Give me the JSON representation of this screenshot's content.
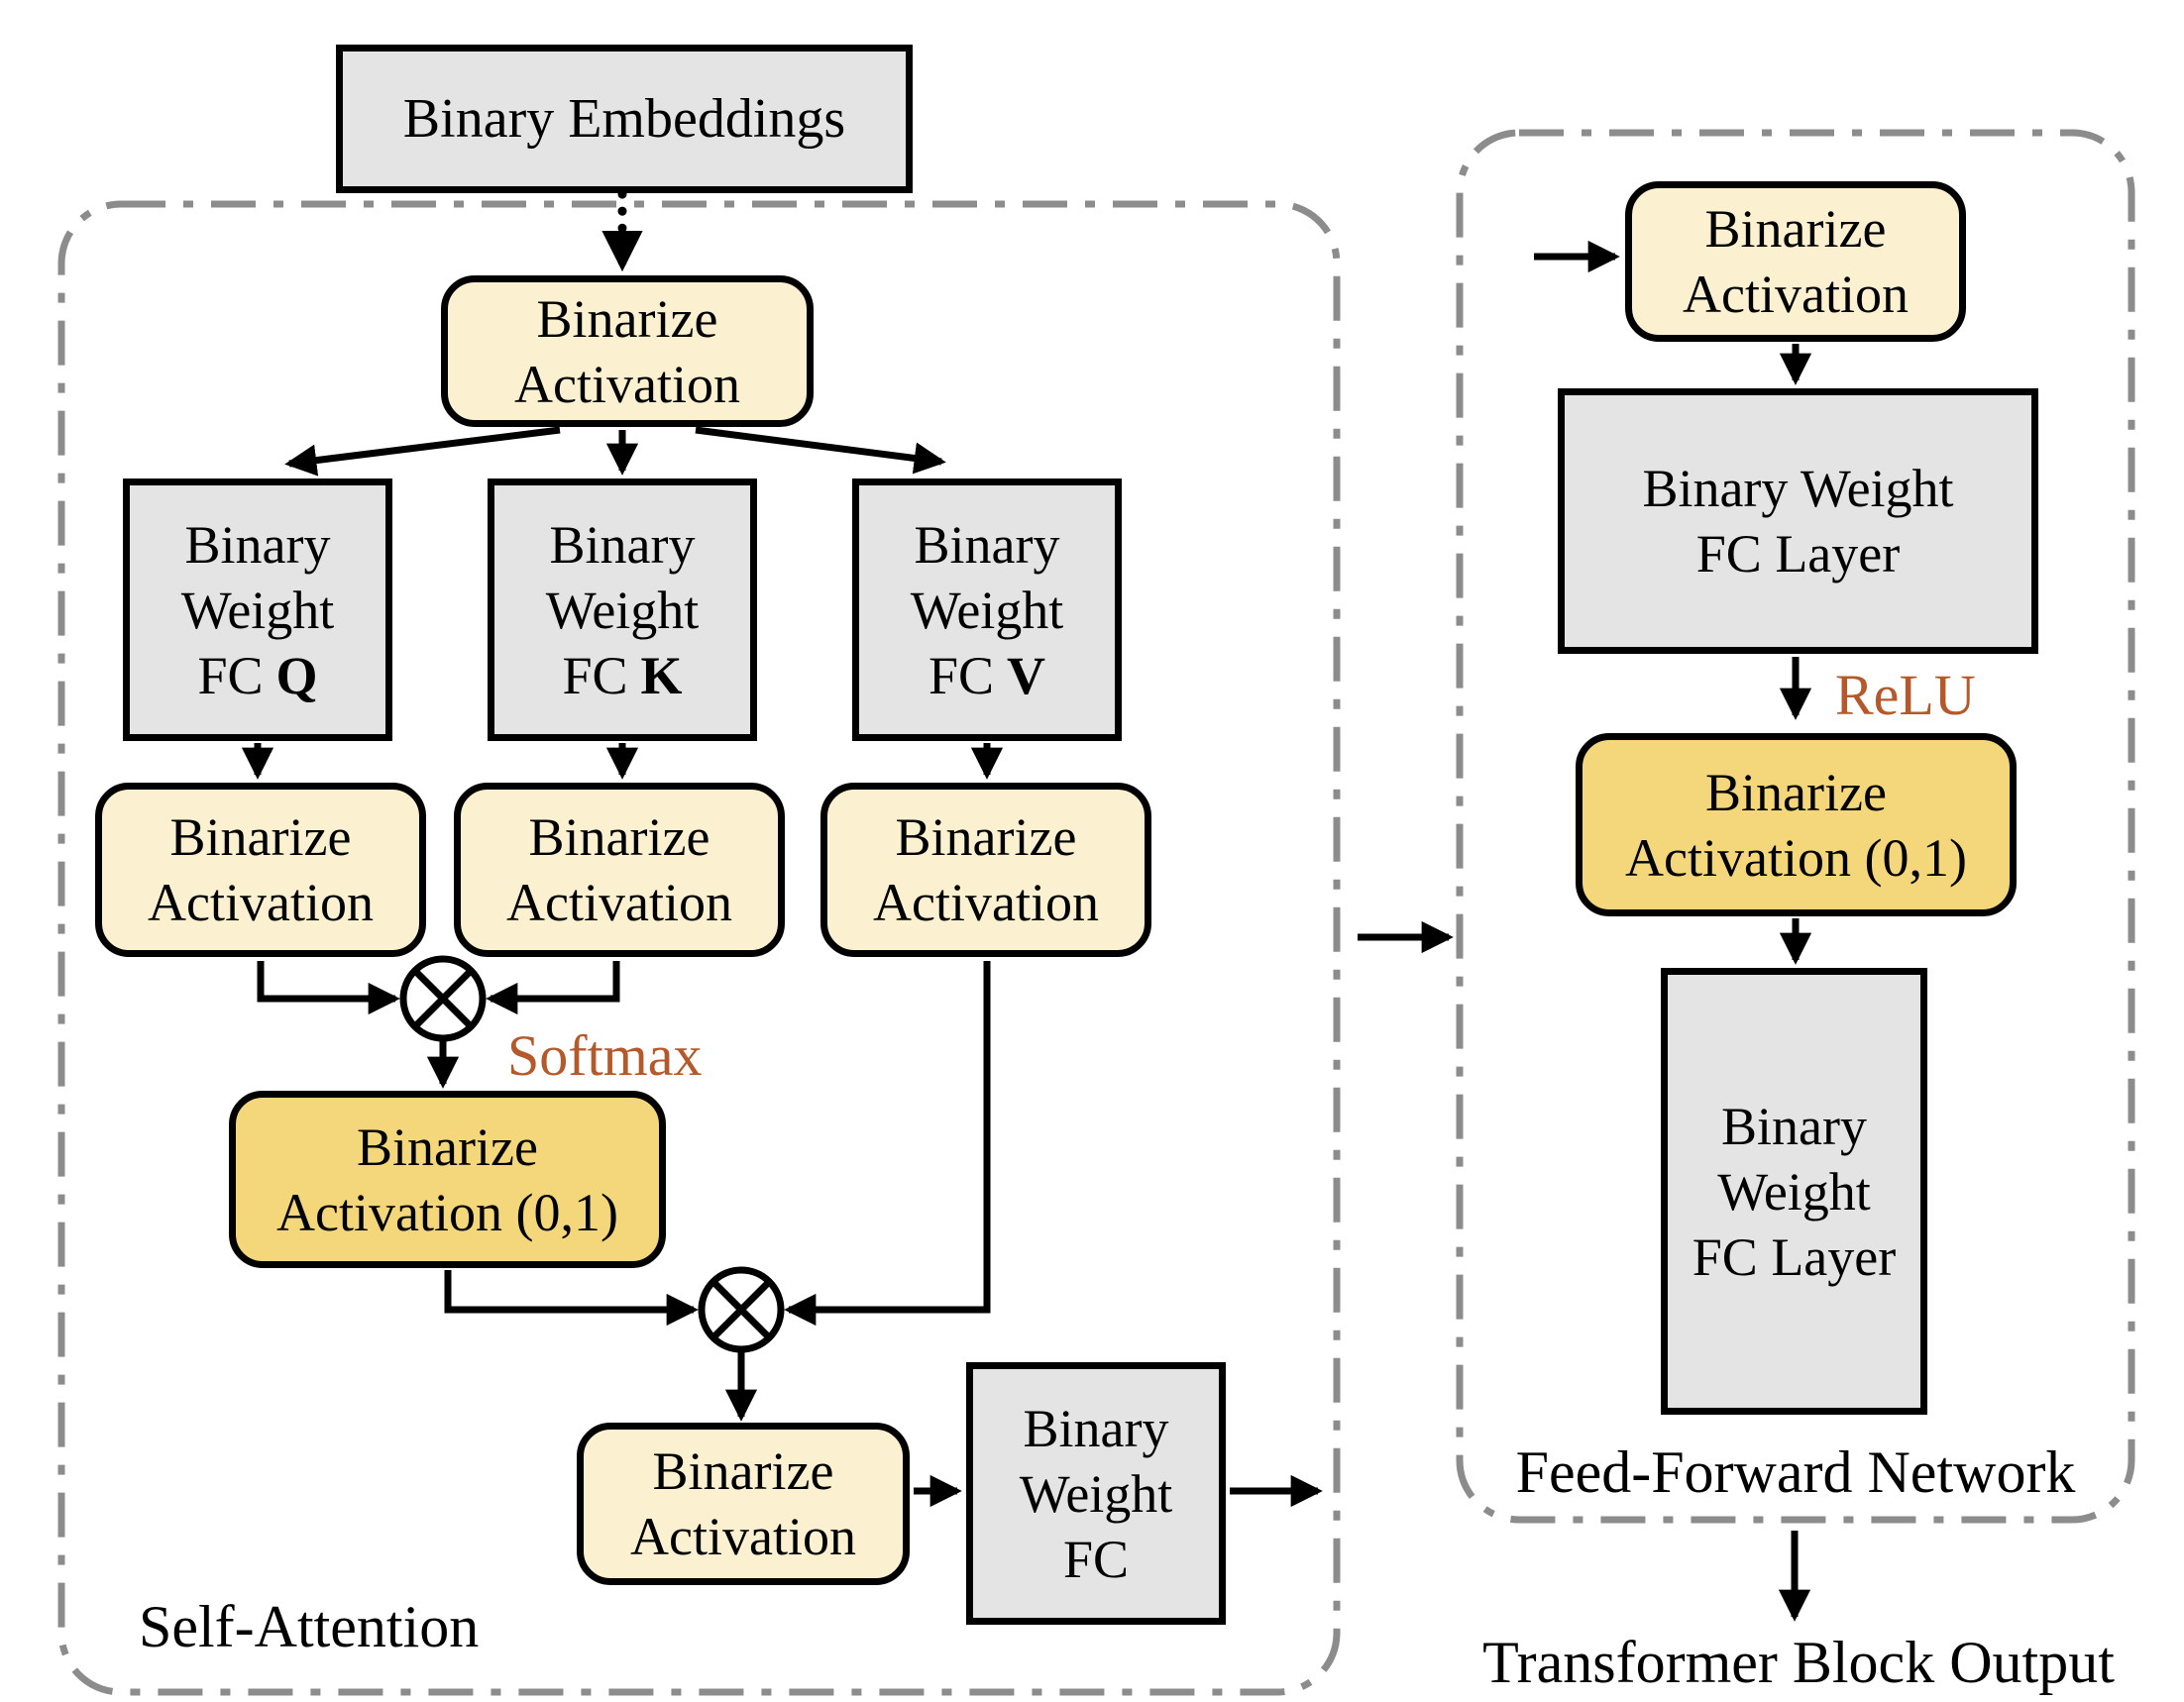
{
  "nodes": {
    "binary_embeddings": {
      "label": "Binary Embeddings"
    },
    "sa_binarize_top": {
      "line1": "Binarize",
      "line2": "Activation"
    },
    "fc_q": {
      "line1": "Binary",
      "line2": "Weight",
      "line3_prefix": "FC",
      "line3_bold": "Q"
    },
    "fc_k": {
      "line1": "Binary",
      "line2": "Weight",
      "line3_prefix": "FC",
      "line3_bold": "K"
    },
    "fc_v": {
      "line1": "Binary",
      "line2": "Weight",
      "line3_prefix": "FC",
      "line3_bold": "V"
    },
    "sa_binarize_q": {
      "line1": "Binarize",
      "line2": "Activation"
    },
    "sa_binarize_k": {
      "line1": "Binarize",
      "line2": "Activation"
    },
    "sa_binarize_v": {
      "line1": "Binarize",
      "line2": "Activation"
    },
    "sa_binarize_01": {
      "line1": "Binarize",
      "line2": "Activation (0,1)"
    },
    "sa_binarize_out": {
      "line1": "Binarize",
      "line2": "Activation"
    },
    "fc_out": {
      "line1": "Binary",
      "line2": "Weight",
      "line3": "FC"
    },
    "ffn_binarize_in": {
      "line1": "Binarize",
      "line2": "Activation"
    },
    "ffn_fc1": {
      "line1": "Binary Weight",
      "line2": "FC Layer"
    },
    "ffn_binarize_01": {
      "line1": "Binarize",
      "line2": "Activation (0,1)"
    },
    "ffn_fc2": {
      "line1": "Binary",
      "line2": "Weight",
      "line3": "FC Layer"
    }
  },
  "labels": {
    "softmax": "Softmax",
    "relu": "ReLU",
    "self_attention": "Self-Attention",
    "feed_forward": "Feed-Forward Network",
    "output": "Transformer Block Output"
  },
  "colors": {
    "gray": "#E4E4E4",
    "cream": "#FBF1D1",
    "gold": "#F4D77B",
    "line": "#000000",
    "panel": "#8C8C8C",
    "accent": "#B5592A"
  }
}
